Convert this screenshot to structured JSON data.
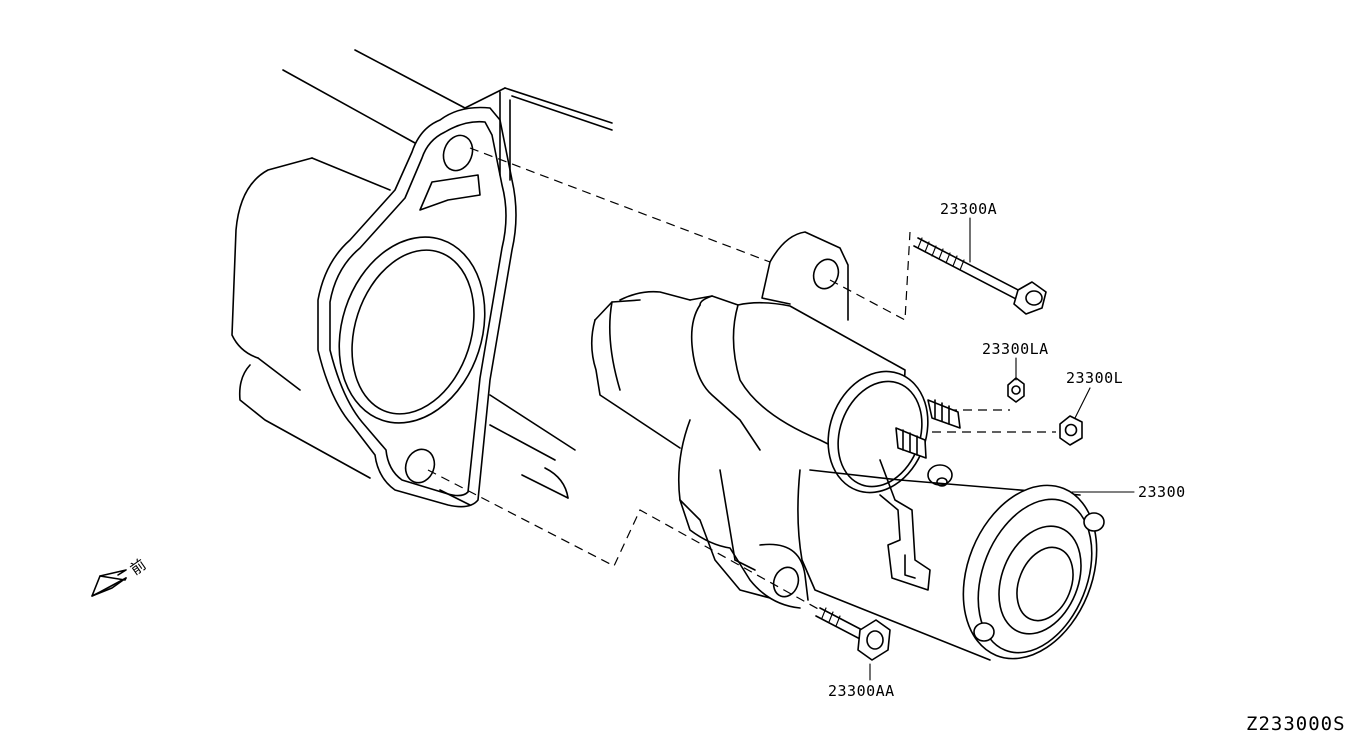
{
  "diagram": {
    "figure_code": "Z233000S",
    "front_marker": "前",
    "callouts": [
      {
        "id": "bolt-upper",
        "text": "23300A"
      },
      {
        "id": "nut-small",
        "text": "23300LA"
      },
      {
        "id": "nut-large",
        "text": "23300L"
      },
      {
        "id": "starter",
        "text": "23300"
      },
      {
        "id": "bolt-lower",
        "text": "23300AA"
      }
    ]
  }
}
